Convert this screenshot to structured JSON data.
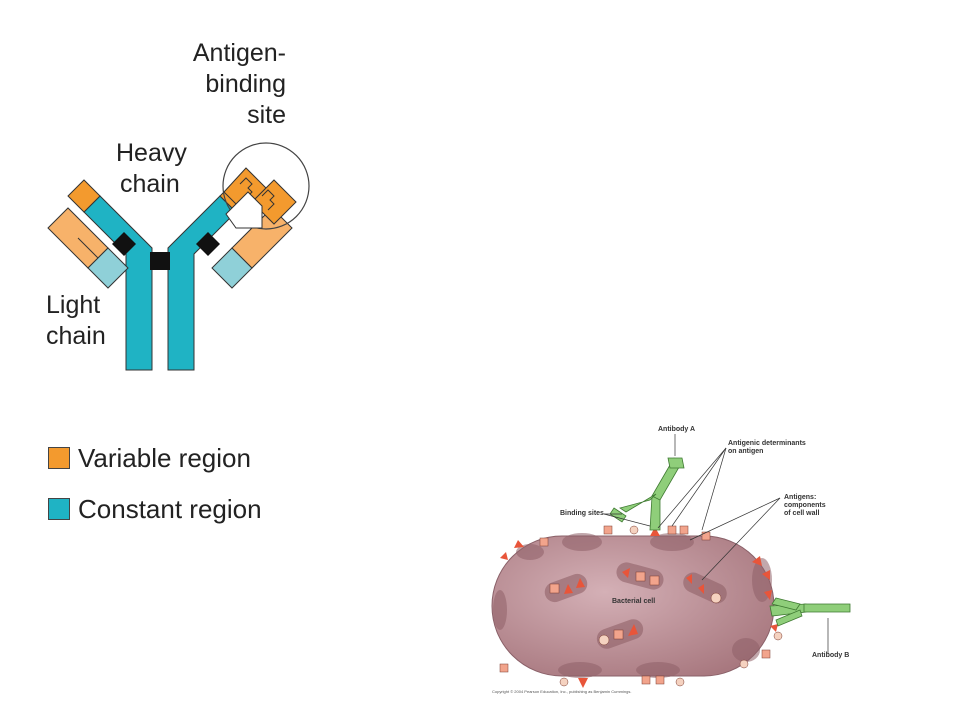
{
  "antibody": {
    "label_antigen_binding": [
      "Antigen-",
      "binding",
      "site"
    ],
    "label_heavy_chain": [
      "Heavy",
      "chain"
    ],
    "label_light_chain": [
      "Light",
      "chain"
    ]
  },
  "legend": {
    "variable": "Variable region",
    "constant": "Constant region"
  },
  "bacteria": {
    "antibody_a": "Antibody A",
    "antigenic_determinants": [
      "Antigenic determinants",
      "on antigen"
    ],
    "binding_sites": "Binding sites",
    "antigens": [
      "Antigens:",
      "components",
      "of cell wall"
    ],
    "bacterial_cell": "Bacterial cell",
    "antibody_b": "Antibody B",
    "copyright": "Copyright © 2004 Pearson Education, Inc., publishing as Benjamin Cummings."
  },
  "colors": {
    "variable": "#f39a2e",
    "variable_light": "#f7b26a",
    "constant": "#1fb3c4",
    "constant_light": "#8fd0d8",
    "hinge": "#111111",
    "cell": "#b88c95",
    "antibody_green": "#8fce7a",
    "antigen_red": "#e8553a"
  }
}
